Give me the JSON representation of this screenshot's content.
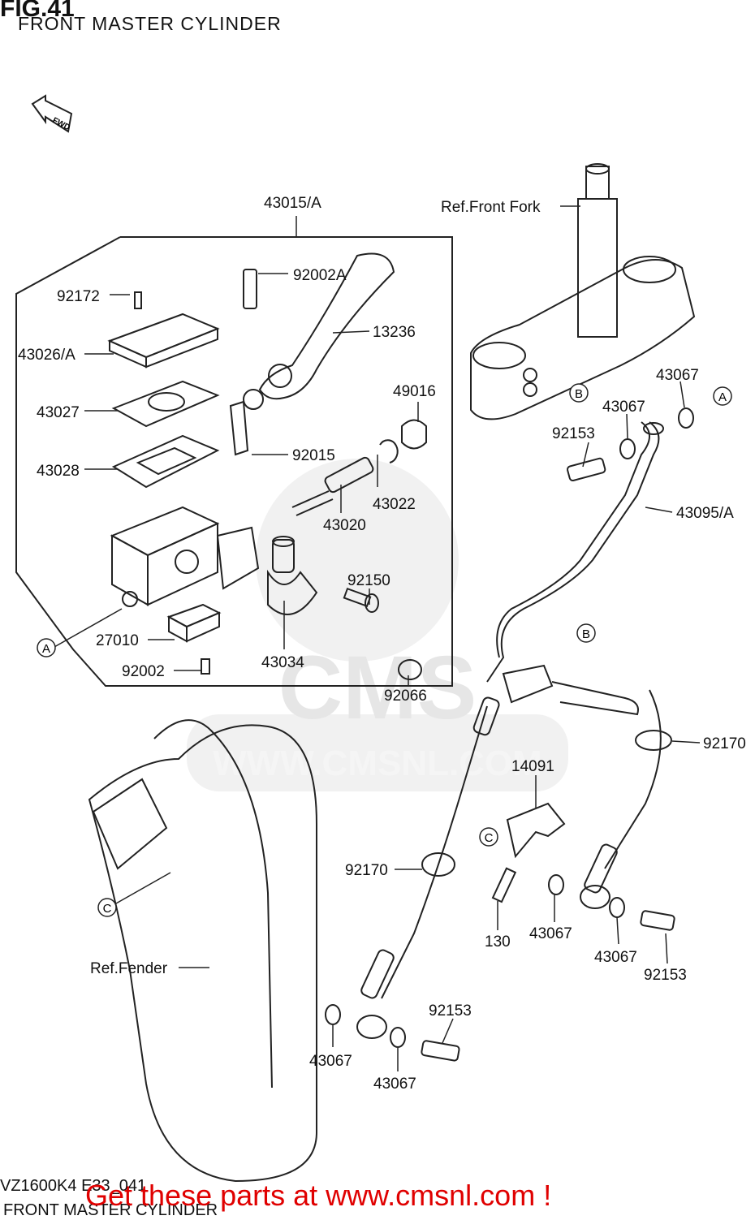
{
  "header": {
    "fig_title": "FIG.41",
    "subtitle": "FRONT MASTER CYLINDER",
    "fwd_label": "FWD"
  },
  "watermark": {
    "brand": "CMS",
    "url": "WWW.CMSNL.COM"
  },
  "part_labels": [
    "43015/A",
    "92002A",
    "92172",
    "13236",
    "43026/A",
    "43027",
    "49016",
    "92015",
    "43028",
    "43022",
    "43020",
    "92150",
    "27010",
    "43034",
    "92002",
    "92066",
    "Ref.Front Fork",
    "43067",
    "43067",
    "92153",
    "43095/A",
    "92170",
    "14091",
    "92170",
    "130",
    "43067",
    "43067",
    "92153",
    "Ref.Fender",
    "92153",
    "43067",
    "43067"
  ],
  "callouts": [
    "A",
    "A",
    "B",
    "B",
    "C",
    "C"
  ],
  "footer": {
    "diagram_code": "VZ1600K4 E33_041",
    "subtitle": "FRONT MASTER CYLINDER",
    "promo": "Get these parts at www.cmsnl.com !"
  },
  "colors": {
    "promo": "#e00000",
    "watermark": "#e6e6e6",
    "line": "#222222"
  }
}
